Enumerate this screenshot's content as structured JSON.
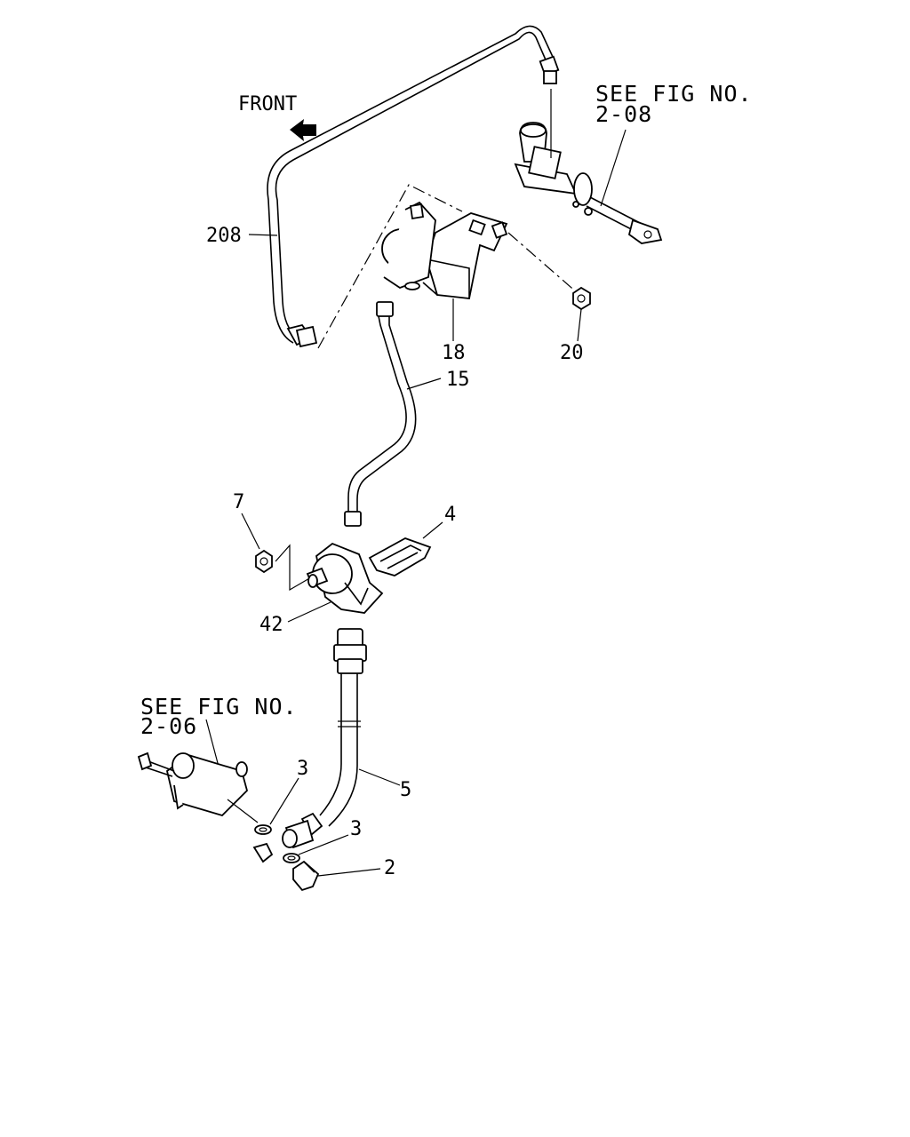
{
  "front": "FRONT",
  "refs": {
    "master": {
      "line1": "SEE FIG NO.",
      "line2": "2-08"
    },
    "slave": {
      "line1": "SEE FIG NO.",
      "line2": "2-06"
    }
  },
  "callouts": {
    "p208": "208",
    "p18": "18",
    "p20": "20",
    "p15": "15",
    "p7": "7",
    "p4": "4",
    "p42": "42",
    "p3a": "3",
    "p5": "5",
    "p3b": "3",
    "p2": "2"
  }
}
